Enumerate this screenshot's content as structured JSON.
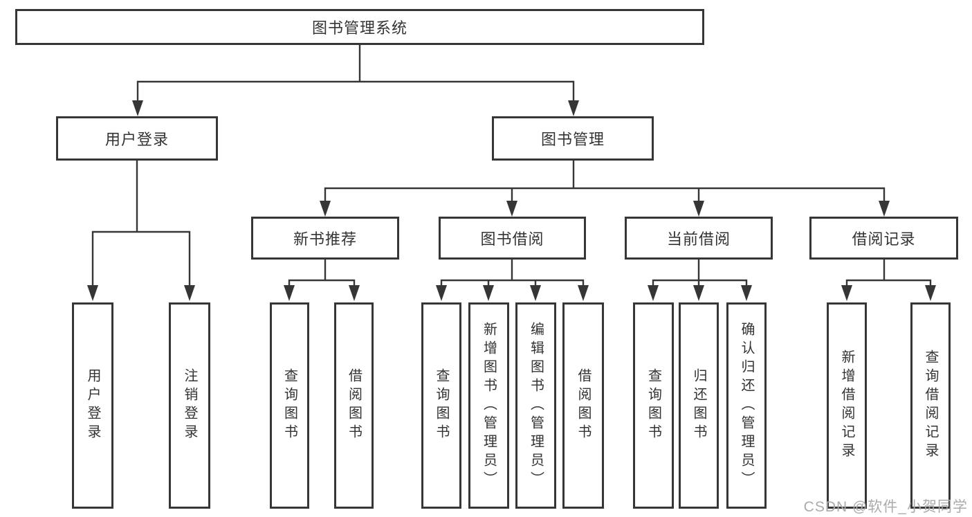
{
  "tree": {
    "label": "图书管理系统",
    "children": [
      {
        "label": "用户登录",
        "children": [
          {
            "label": "用户登录"
          },
          {
            "label": "注销登录"
          }
        ]
      },
      {
        "label": "图书管理",
        "children": [
          {
            "label": "新书推荐",
            "children": [
              {
                "label": "查询图书"
              },
              {
                "label": "借阅图书"
              }
            ]
          },
          {
            "label": "图书借阅",
            "children": [
              {
                "label": "查询图书"
              },
              {
                "label": "新增图书（管理员）"
              },
              {
                "label": "编辑图书（管理员）"
              },
              {
                "label": "借阅图书"
              }
            ]
          },
          {
            "label": "当前借阅",
            "children": [
              {
                "label": "查询图书"
              },
              {
                "label": "归还图书"
              },
              {
                "label": "确认归还（管理员）"
              }
            ]
          },
          {
            "label": "借阅记录",
            "children": [
              {
                "label": "新增借阅记录"
              },
              {
                "label": "查询借阅记录"
              }
            ]
          }
        ]
      }
    ]
  },
  "watermark": {
    "text": "CSDN @软件_小贺同学"
  },
  "colors": {
    "line": "#363636",
    "box_border": "#363636",
    "text": "#333333",
    "watermark": "#ababab",
    "background": "#ffffff"
  }
}
